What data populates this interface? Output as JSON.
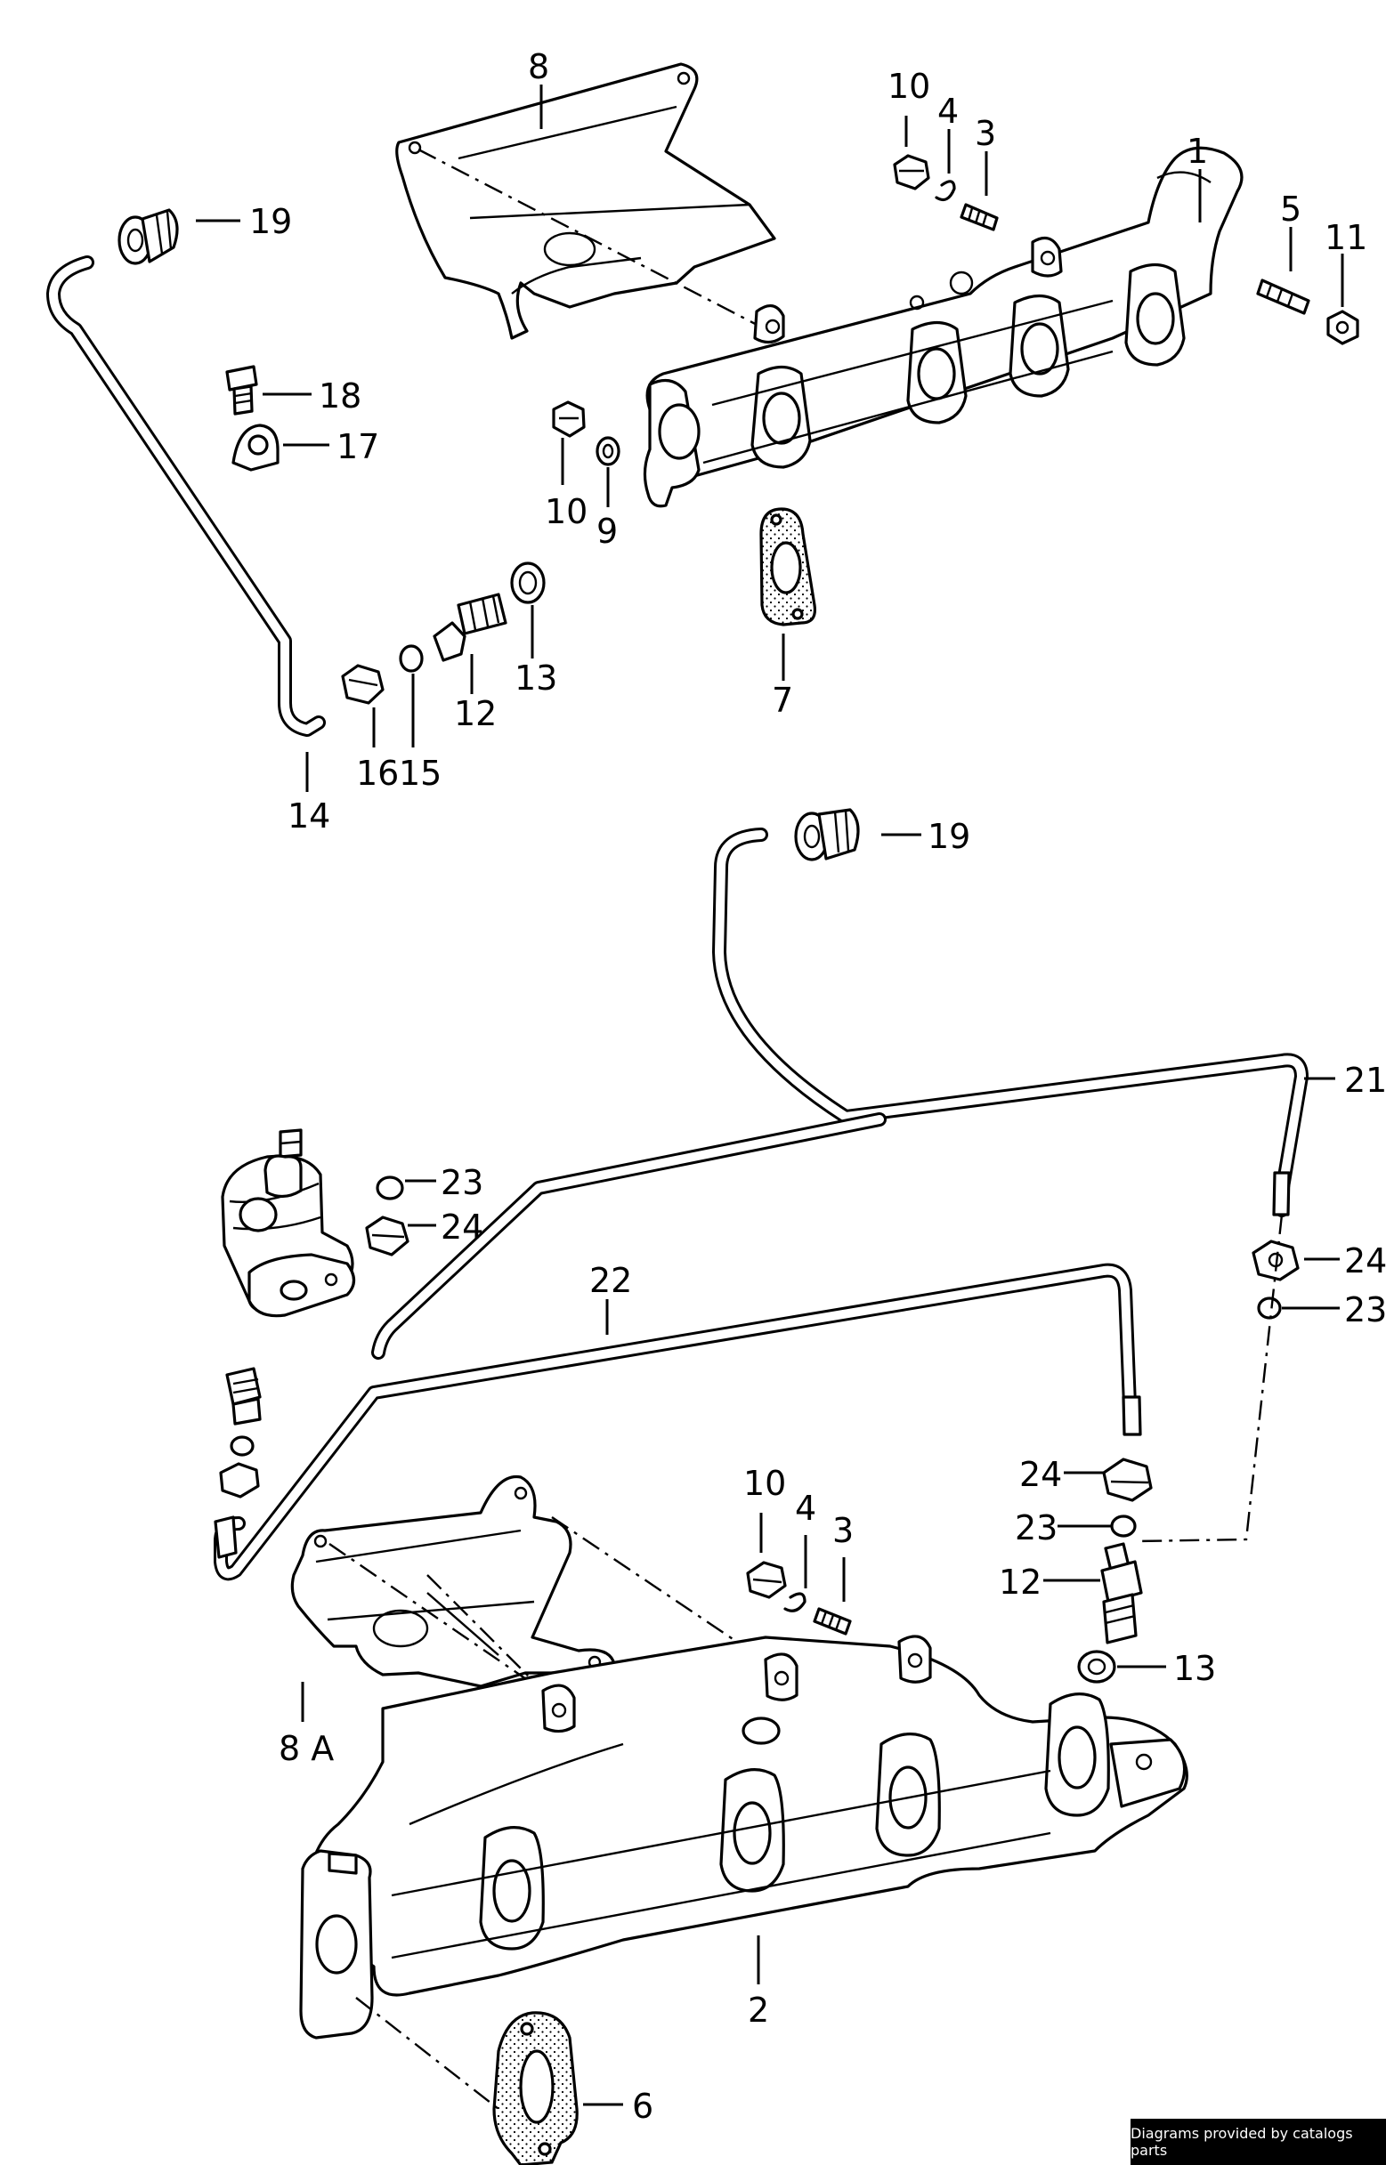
{
  "footer": {
    "credit": "Diagrams provided by catalogs parts"
  },
  "labels": {
    "p1": "1",
    "p2": "2",
    "p3_top": "3",
    "p3_bot": "3",
    "p4_top": "4",
    "p4_bot": "4",
    "p5": "5",
    "p6": "6",
    "p7": "7",
    "p8": "8",
    "p8a": "8 A",
    "p9": "9",
    "p10_top": "10",
    "p10_mid": "10",
    "p10_bot": "10",
    "p11": "11",
    "p12_top": "12",
    "p12_bot": "12",
    "p13_top": "13",
    "p13_bot": "13",
    "p14": "14",
    "p15": "15",
    "p16": "16",
    "p17": "17",
    "p18": "18",
    "p19_top": "19",
    "p19_bot": "19",
    "p21": "21",
    "p22": "22",
    "p23_a": "23",
    "p23_b": "23",
    "p23_c": "23",
    "p24_a": "24",
    "p24_b": "24",
    "p24_c": "24"
  }
}
